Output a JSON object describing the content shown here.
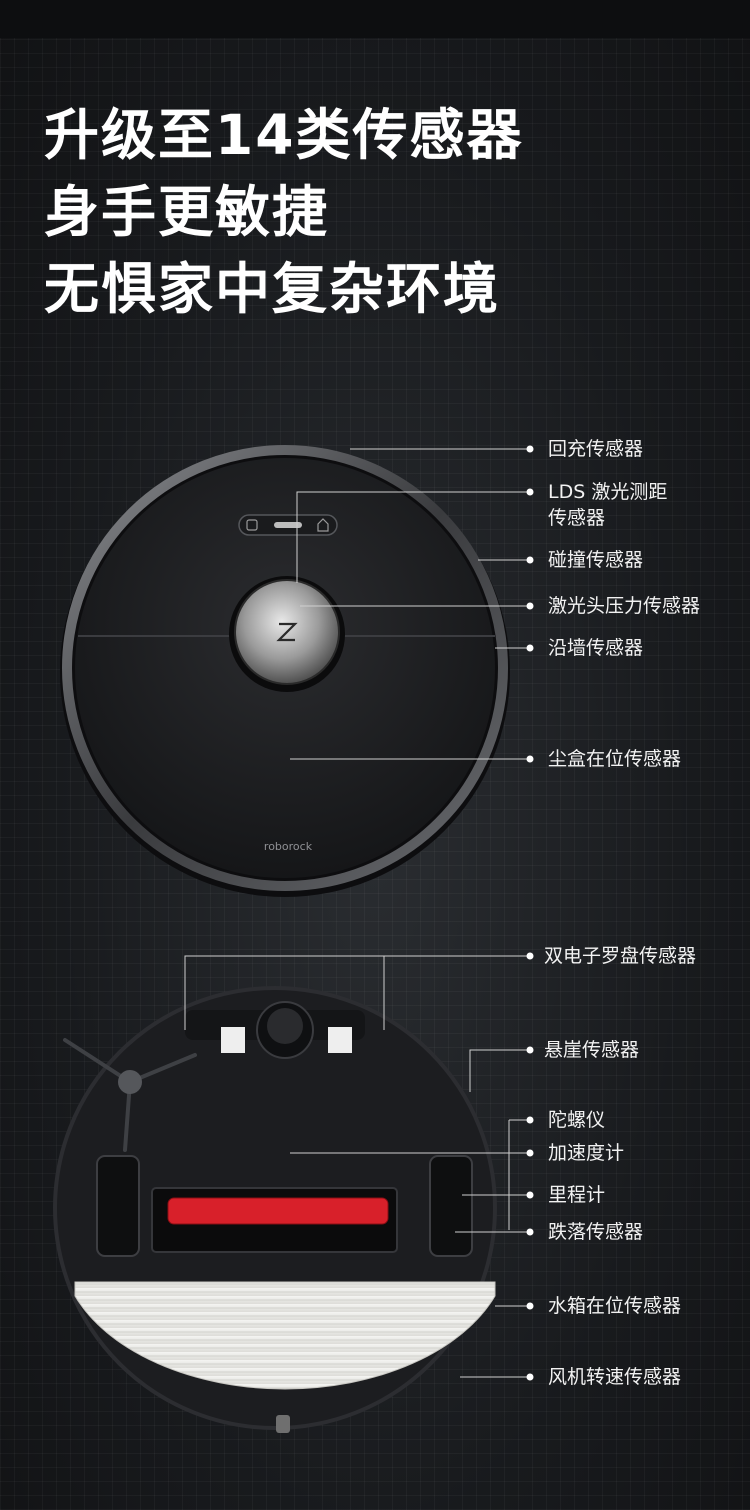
{
  "headline": {
    "line1": "升级至14类传感器",
    "line2": "身手更敏捷",
    "line3": "无惧家中复杂环境"
  },
  "top_product": {
    "brand_logo": "roborock",
    "sensors": [
      {
        "id": "recharge",
        "label": "回充传感器"
      },
      {
        "id": "lds",
        "label": "LDS 激光测距",
        "label2": "传感器"
      },
      {
        "id": "bumper",
        "label": "碰撞传感器"
      },
      {
        "id": "laser-pressure",
        "label": "激光头压力传感器"
      },
      {
        "id": "wall",
        "label": "沿墙传感器"
      },
      {
        "id": "dustbin",
        "label": "尘盒在位传感器"
      }
    ]
  },
  "bottom_product": {
    "sensors": [
      {
        "id": "compass",
        "label": "双电子罗盘传感器"
      },
      {
        "id": "cliff",
        "label": "悬崖传感器"
      },
      {
        "id": "gyro",
        "label": "陀螺仪"
      },
      {
        "id": "accel",
        "label": "加速度计"
      },
      {
        "id": "odometer",
        "label": "里程计"
      },
      {
        "id": "drop",
        "label": "跌落传感器"
      },
      {
        "id": "tank",
        "label": "水箱在位传感器"
      },
      {
        "id": "fan",
        "label": "风机转速传感器"
      }
    ]
  }
}
